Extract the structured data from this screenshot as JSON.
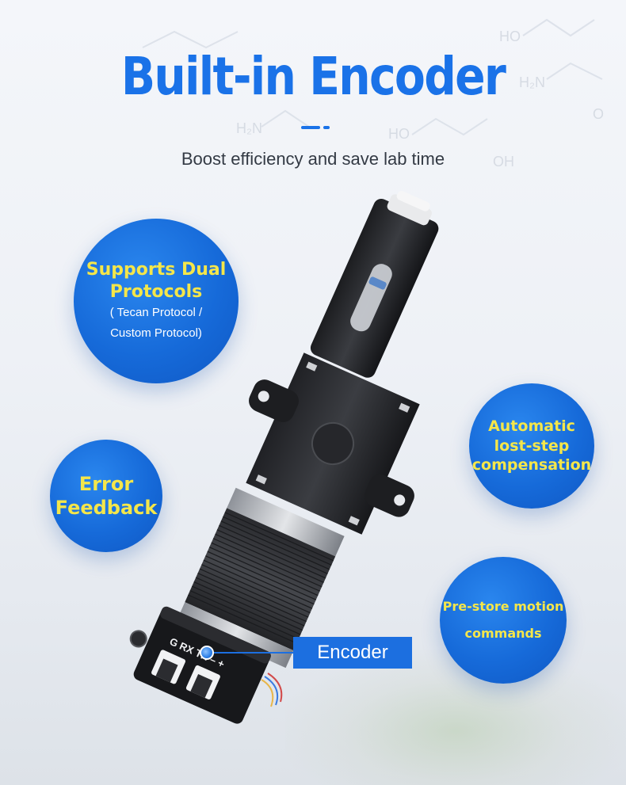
{
  "header": {
    "title": "Built-in Encoder",
    "subtitle": "Boost efficiency and save lab time"
  },
  "features": {
    "dual_protocols": {
      "headline": "Supports Dual Protocols",
      "headline_line1": "Supports Dual",
      "headline_line2": "Protocols",
      "detail_line1": "( Tecan Protocol /",
      "detail_line2": "Custom Protocol)"
    },
    "error_feedback": {
      "line1": "Error",
      "line2": "Feedback"
    },
    "lost_step": {
      "line1": "Automatic",
      "line2": "lost-step",
      "line3": "compensation"
    },
    "pre_store": {
      "line1": "Pre-store motion",
      "line2": "commands"
    }
  },
  "callout": {
    "label": "Encoder"
  },
  "connector_pins": {
    "text": "G RX TX – +"
  },
  "background_formula": {
    "ho1": "HO",
    "h2n1": "H₂N",
    "o1": "O",
    "h2n2": "H₂N",
    "ho2": "HO",
    "oh": "OH"
  },
  "colors": {
    "accent_blue": "#1a72e8",
    "highlight_yellow": "#f4e64a",
    "text_dark": "#333a44"
  }
}
